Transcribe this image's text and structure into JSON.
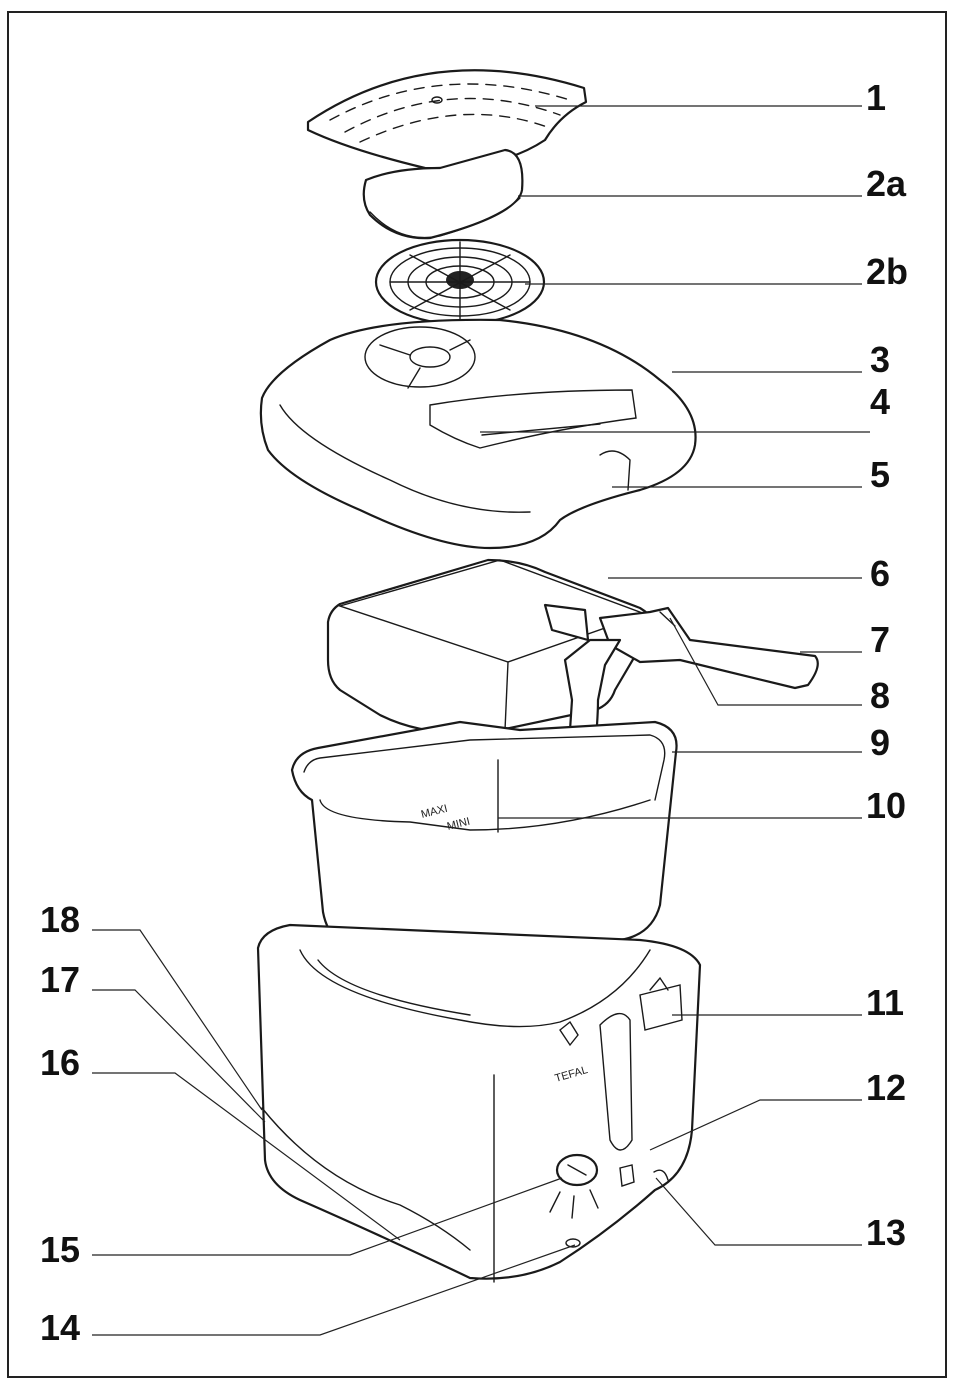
{
  "callouts": [
    {
      "id": "1",
      "label": "1"
    },
    {
      "id": "2a",
      "label": "2a"
    },
    {
      "id": "2b",
      "label": "2b"
    },
    {
      "id": "3",
      "label": "3"
    },
    {
      "id": "4",
      "label": "4"
    },
    {
      "id": "5",
      "label": "5"
    },
    {
      "id": "6",
      "label": "6"
    },
    {
      "id": "7",
      "label": "7"
    },
    {
      "id": "8",
      "label": "8"
    },
    {
      "id": "9",
      "label": "9"
    },
    {
      "id": "10",
      "label": "10"
    },
    {
      "id": "11",
      "label": "11"
    },
    {
      "id": "12",
      "label": "12"
    },
    {
      "id": "13",
      "label": "13"
    },
    {
      "id": "14",
      "label": "14"
    },
    {
      "id": "15",
      "label": "15"
    },
    {
      "id": "16",
      "label": "16"
    },
    {
      "id": "17",
      "label": "17"
    },
    {
      "id": "18",
      "label": "18"
    }
  ],
  "markings": {
    "maxi": "MAXI",
    "mini": "MINI",
    "brand": "TEFAL"
  }
}
